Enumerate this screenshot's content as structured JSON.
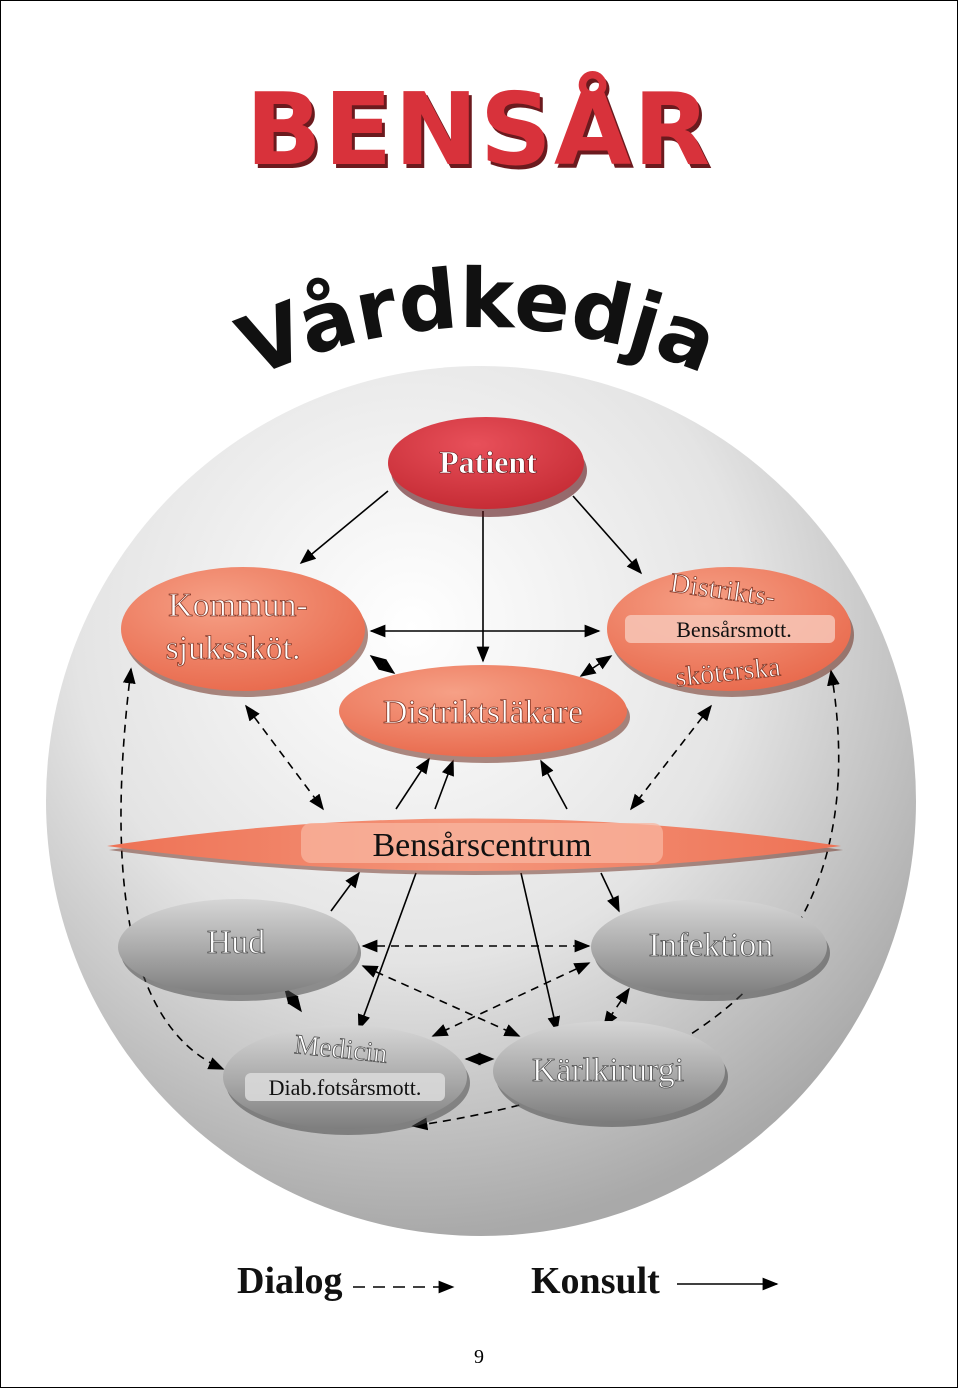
{
  "title": "BENSÅR",
  "subtitle": "Vårdkedja",
  "nodes": {
    "patient": "Patient",
    "kommun_line1": "Kommun-",
    "kommun_line2": "sjukssköt.",
    "distrikts_line1": "Distrikts-",
    "distrikts_line2": "sköterska",
    "distrikts_badge": "Bensårsmott.",
    "distriktslakare": "Distriktsläkare",
    "bensarscentrum": "Bensårscentrum",
    "hud": "Hud",
    "infektion": "Infektion",
    "medicin": "Medicin",
    "medicin_badge": "Diab.fotsårsmott.",
    "karlkirurgi": "Kärlkirurgi"
  },
  "legend": {
    "dialog": "Dialog",
    "konsult": "Konsult"
  },
  "page_number": "9",
  "colors": {
    "red": "#d8323b",
    "orange": "#ee7a5f",
    "gray": "#9c9c9c"
  }
}
